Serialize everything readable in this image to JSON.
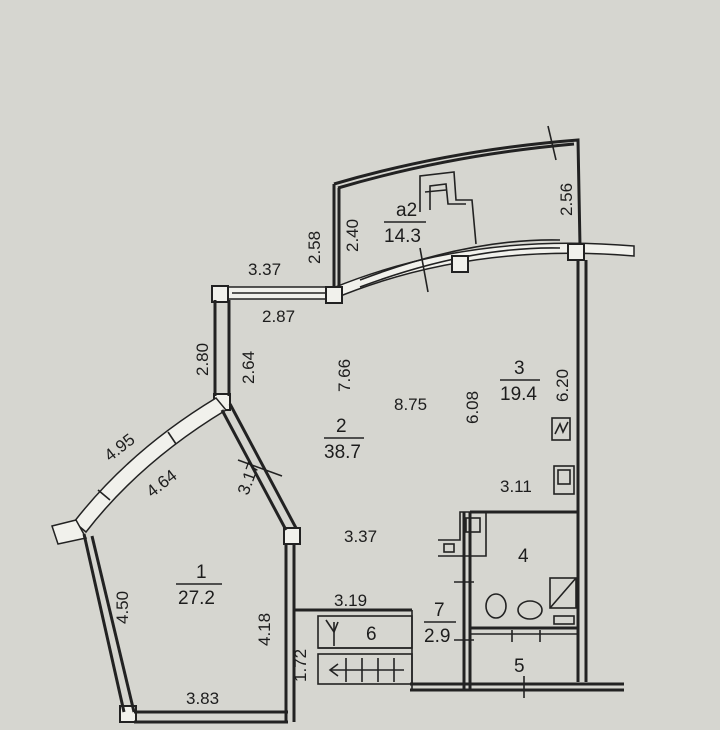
{
  "rooms": {
    "r1": {
      "num": "1",
      "area": "27.2"
    },
    "r2": {
      "num": "2",
      "area": "38.7"
    },
    "r3": {
      "num": "3",
      "area": "19.4"
    },
    "r4": {
      "num": "4"
    },
    "r5": {
      "num": "5"
    },
    "r6": {
      "num": "6"
    },
    "r7": {
      "num": "7",
      "area": "2.9"
    },
    "a2": {
      "num": "a2",
      "area": "14.3"
    }
  },
  "dimensions": {
    "d_3_37_top": "3.37",
    "d_2_87": "2.87",
    "d_2_58": "2.58",
    "d_2_40": "2.40",
    "d_2_56": "2.56",
    "d_2_80": "2.80",
    "d_2_64": "2.64",
    "d_7_66": "7.66",
    "d_8_75": "8.75",
    "d_6_08": "6.08",
    "d_6_20": "6.20",
    "d_4_95": "4.95",
    "d_4_64": "4.64",
    "d_3_17": "3.17",
    "d_3_11": "3.11",
    "d_3_37_mid": "3.37",
    "d_4_50": "4.50",
    "d_4_18": "4.18",
    "d_3_19": "3.19",
    "d_1_72": "1.72",
    "d_3_83": "3.83"
  }
}
